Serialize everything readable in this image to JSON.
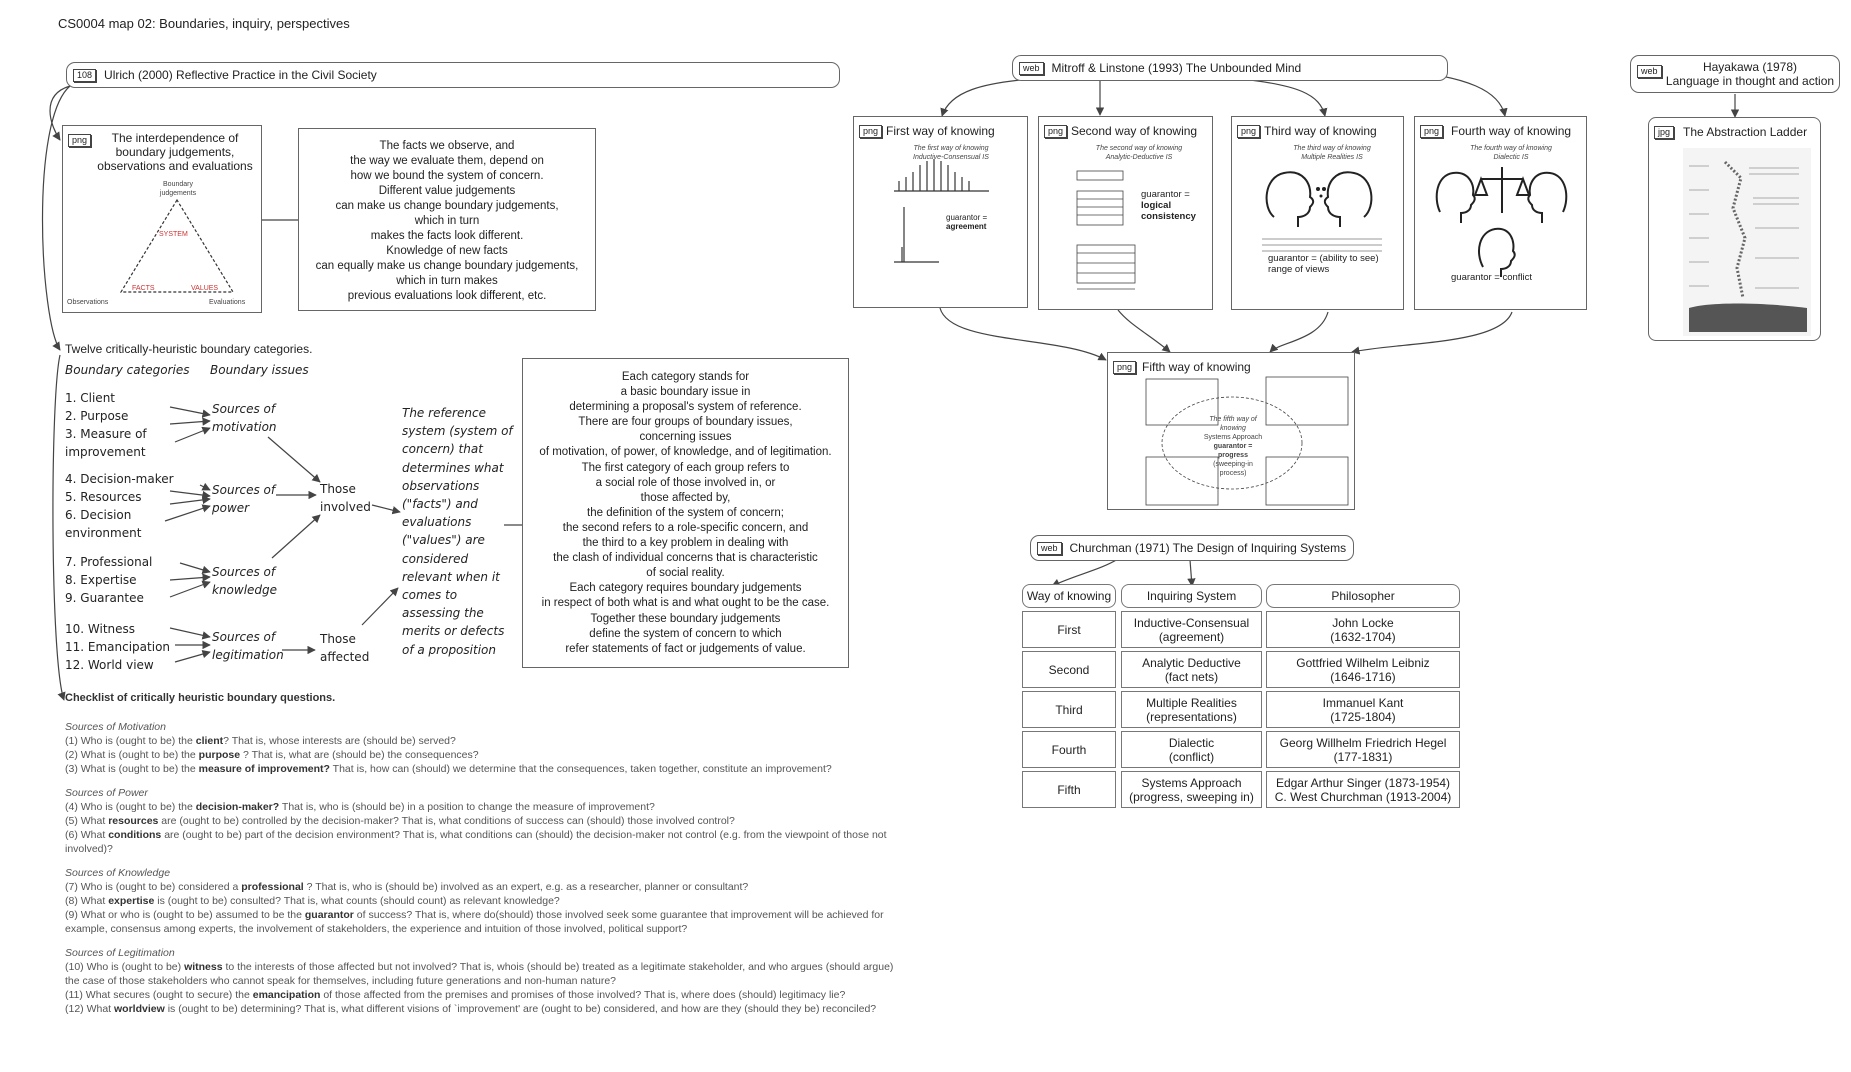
{
  "page_title": "CS0004 map 02: Boundaries, inquiry, perspectives",
  "ulrich": {
    "tag": "108",
    "title": "Ulrich (2000) Reflective Practice in the Civil Society",
    "image_tag": "png",
    "image_title": [
      "The interdependence of",
      "boundary judgements,",
      "observations and evaluations"
    ],
    "triangle": {
      "top": [
        "Boundary",
        "judgements"
      ],
      "center": "SYSTEM",
      "left_edge": "FACTS",
      "right_edge": "VALUES",
      "bottom_left": "Observations",
      "bottom_right": "Evaluations"
    },
    "facts_text": [
      "The facts we observe, and",
      "the way we evaluate them, depend on",
      "how we bound the system of concern.",
      "Different value judgements",
      "can make us change boundary judgements,",
      "which in turn",
      "makes the facts look different.",
      "Knowledge of new facts",
      "can equally make us change boundary judgements,",
      "which in turn makes",
      "previous evaluations look different, etc."
    ]
  },
  "twelve": {
    "title": "Twelve critically-heuristic boundary categories.",
    "head_categories": "Boundary categories",
    "head_issues": "Boundary issues",
    "categories": [
      "1. Client",
      "2. Purpose",
      "3. Measure of",
      "improvement",
      "4. Decision-maker",
      "5. Resources",
      "6. Decision",
      "environment",
      "7. Professional",
      "8. Expertise",
      "9. Guarantee",
      "10. Witness",
      "11. Emancipation",
      "12. World view"
    ],
    "sources": [
      [
        "Sources of",
        "motivation"
      ],
      [
        "Sources of",
        "power"
      ],
      [
        "Sources of",
        "knowledge"
      ],
      [
        "Sources of",
        "legitimation"
      ]
    ],
    "involved": [
      "Those",
      "involved"
    ],
    "affected": [
      "Those",
      "affected"
    ],
    "reference_text": [
      "The reference",
      "system (system of",
      "concern) that",
      "determines what",
      "observations",
      "(\"facts\") and",
      "evaluations",
      "(\"values\") are",
      "considered",
      "relevant when it",
      "comes to",
      "assessing the",
      "merits or defects",
      "of a proposition"
    ],
    "explanation": [
      "Each category stands for",
      "a basic boundary issue in",
      "determining a proposal's system of reference.",
      "There are four groups of boundary issues,",
      "concerning issues",
      "of motivation, of power, of knowledge, and of legitimation.",
      "The first category of each group refers to",
      "a social role of those involved in, or",
      "those affected by,",
      "the definition of the system of concern;",
      "the second refers to a role-specific concern, and",
      "the third to a key problem in dealing with",
      "the clash of individual concerns that is characteristic",
      "of social reality.",
      "Each category requires boundary judgements",
      "in respect of both what is and what ought to be the case.",
      "Together these boundary judgements",
      "define the system of concern to which",
      "refer statements of fact or judgements of value."
    ]
  },
  "checklist": {
    "title": "Checklist of critically heuristic boundary questions.",
    "sections": [
      {
        "heading": "Sources of Motivation",
        "lines": [
          [
            "(1) Who is (ought to be) the ",
            "client",
            "? That is, whose interests are (should be) served?"
          ],
          [
            "(2) What is (ought to be) the ",
            "purpose",
            " ? That is, what are (should be) the consequences?"
          ],
          [
            "(3) What is (ought to be) the ",
            "measure of improvement?",
            "     That is, how can (should) we determine that the consequences, taken together, constitute an improvement?"
          ]
        ]
      },
      {
        "heading": "Sources of Power",
        "lines": [
          [
            "(4) Who is (ought to be) the ",
            "decision-maker?",
            "    That is, who is (should be) in a position to change the measure of improvement?"
          ],
          [
            "(5) What ",
            "resources",
            "   are (ought to be) controlled by the decision-maker? That is, what conditions of success can (should) those involved control?"
          ],
          [
            "(6) What ",
            "conditions",
            "  are (ought to be) part of the decision environment? That is, what conditions can (should) the decision-maker not control (e.g. from the viewpoint of those not involved)?"
          ]
        ]
      },
      {
        "heading": "Sources of Knowledge",
        "lines": [
          [
            "(7) Who is (ought to be) considered a ",
            "professional",
            "  ? That is, who is (should be) involved as an expert, e.g. as a researcher, planner or consultant?"
          ],
          [
            "(8) What ",
            "expertise",
            "   is (ought to be) consulted? That is, what counts (should count) as relevant knowledge?"
          ],
          [
            "(9) What or who is (ought to be) assumed to be the ",
            "guarantor",
            "  of success? That is, where do(should) those involved seek some guarantee that improvement will be achieved for example, consensus among experts, the involvement of stakeholders, the experience and intuition of those involved, political support?"
          ]
        ]
      },
      {
        "heading": "Sources of Legitimation",
        "lines": [
          [
            "(10) Who is (ought to be) ",
            "witness",
            "   to the interests of those affected but not involved? That is, whois (should be) treated as a legitimate stakeholder, and who argues (should argue) the case of those stakeholders who cannot speak for themselves, including future generations and non-human nature?"
          ],
          [
            "(11) What secures (ought to secure) the  ",
            "emancipation",
            "   of those affected from the premises and promises of those involved? That is, where does (should) legitimacy lie?"
          ],
          [
            "(12) What ",
            "worldview",
            "   is (ought to be) determining? That is, what different visions of `improvement' are (ought to be) considered, and how are they (should they be) reconciled?"
          ]
        ]
      }
    ]
  },
  "mitroff": {
    "tag": "web",
    "title": "Mitroff & Linstone (1993) The Unbounded Mind",
    "ways": [
      {
        "tag": "png",
        "title": "First way of knowing",
        "sub": [
          "The first way of knowing",
          "Inductive-Consensual IS"
        ],
        "caption": [
          "guarantor =",
          "agreement"
        ]
      },
      {
        "tag": "png",
        "title": "Second way of knowing",
        "sub": [
          "The second way of knowing",
          "Analytic-Deductive IS"
        ],
        "caption": [
          "guarantor =",
          "logical",
          "consistency"
        ]
      },
      {
        "tag": "png",
        "title": "Third way of knowing",
        "sub": [
          "The third way of knowing",
          "Multiple Realities IS"
        ],
        "caption": [
          "guarantor = (ability to see)",
          "range of views"
        ]
      },
      {
        "tag": "png",
        "title": "Fourth way of knowing",
        "sub": [
          "The fourth way of knowing",
          "Dialectic IS"
        ],
        "caption": [
          "guarantor = conflict"
        ]
      }
    ],
    "fifth": {
      "tag": "png",
      "title": "Fifth way of knowing",
      "center": [
        "The fifth way of knowing",
        "Systems Approach",
        "guarantor = progress",
        "(sweeping-in process)"
      ]
    }
  },
  "hayakawa": {
    "tag": "web",
    "title": [
      "Hayakawa (1978)",
      "Language in thought and action"
    ],
    "image_tag": "jpg",
    "image_title": "The Abstraction Ladder"
  },
  "churchman": {
    "tag": "web",
    "title": "Churchman (1971) The Design of Inquiring Systems",
    "headers": [
      "Way of knowing",
      "Inquiring System",
      "Philosopher"
    ],
    "rows": [
      {
        "way": "First",
        "system": [
          "Inductive-Consensual",
          "(agreement)"
        ],
        "philosopher": [
          "John Locke",
          "(1632-1704)"
        ]
      },
      {
        "way": "Second",
        "system": [
          "Analytic Deductive",
          "(fact nets)"
        ],
        "philosopher": [
          "Gottfried Wilhelm Leibniz",
          "(1646-1716)"
        ]
      },
      {
        "way": "Third",
        "system": [
          "Multiple Realities",
          "(representations)"
        ],
        "philosopher": [
          "Immanuel Kant",
          "(1725-1804)"
        ]
      },
      {
        "way": "Fourth",
        "system": [
          "Dialectic",
          "(conflict)"
        ],
        "philosopher": [
          "Georg Willhelm Friedrich Hegel",
          "(177-1831)"
        ]
      },
      {
        "way": "Fifth",
        "system": [
          "Systems Approach",
          "(progress, sweeping in)"
        ],
        "philosopher": [
          "Edgar Arthur Singer (1873-1954)",
          "C. West Churchman (1913-2004)"
        ]
      }
    ]
  }
}
